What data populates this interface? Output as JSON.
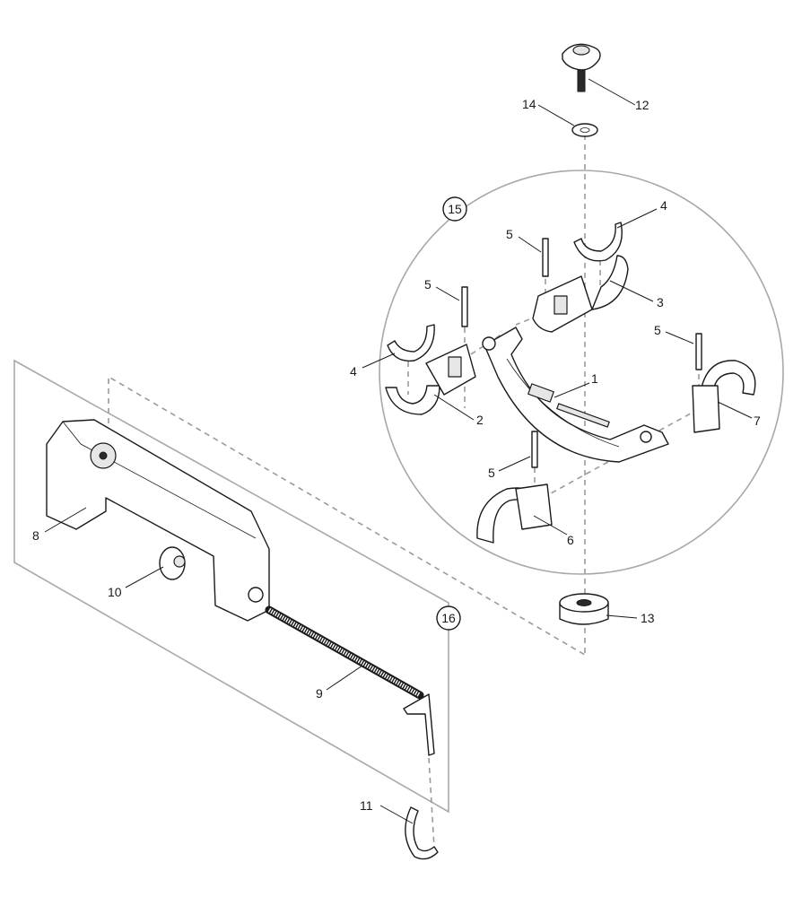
{
  "callouts": [
    {
      "id": "c1",
      "text": "1"
    },
    {
      "id": "c2",
      "text": "2"
    },
    {
      "id": "c3",
      "text": "3"
    },
    {
      "id": "c4a",
      "text": "4"
    },
    {
      "id": "c4b",
      "text": "4"
    },
    {
      "id": "c5a",
      "text": "5"
    },
    {
      "id": "c5b",
      "text": "5"
    },
    {
      "id": "c5c",
      "text": "5"
    },
    {
      "id": "c5d",
      "text": "5"
    },
    {
      "id": "c6",
      "text": "6"
    },
    {
      "id": "c7",
      "text": "7"
    },
    {
      "id": "c8",
      "text": "8"
    },
    {
      "id": "c9",
      "text": "9"
    },
    {
      "id": "c10",
      "text": "10"
    },
    {
      "id": "c11",
      "text": "11"
    },
    {
      "id": "c12",
      "text": "12"
    },
    {
      "id": "c13",
      "text": "13"
    },
    {
      "id": "c14",
      "text": "14"
    }
  ],
  "assemblies": [
    {
      "id": "a15",
      "text": "15"
    },
    {
      "id": "a16",
      "text": "16"
    }
  ]
}
